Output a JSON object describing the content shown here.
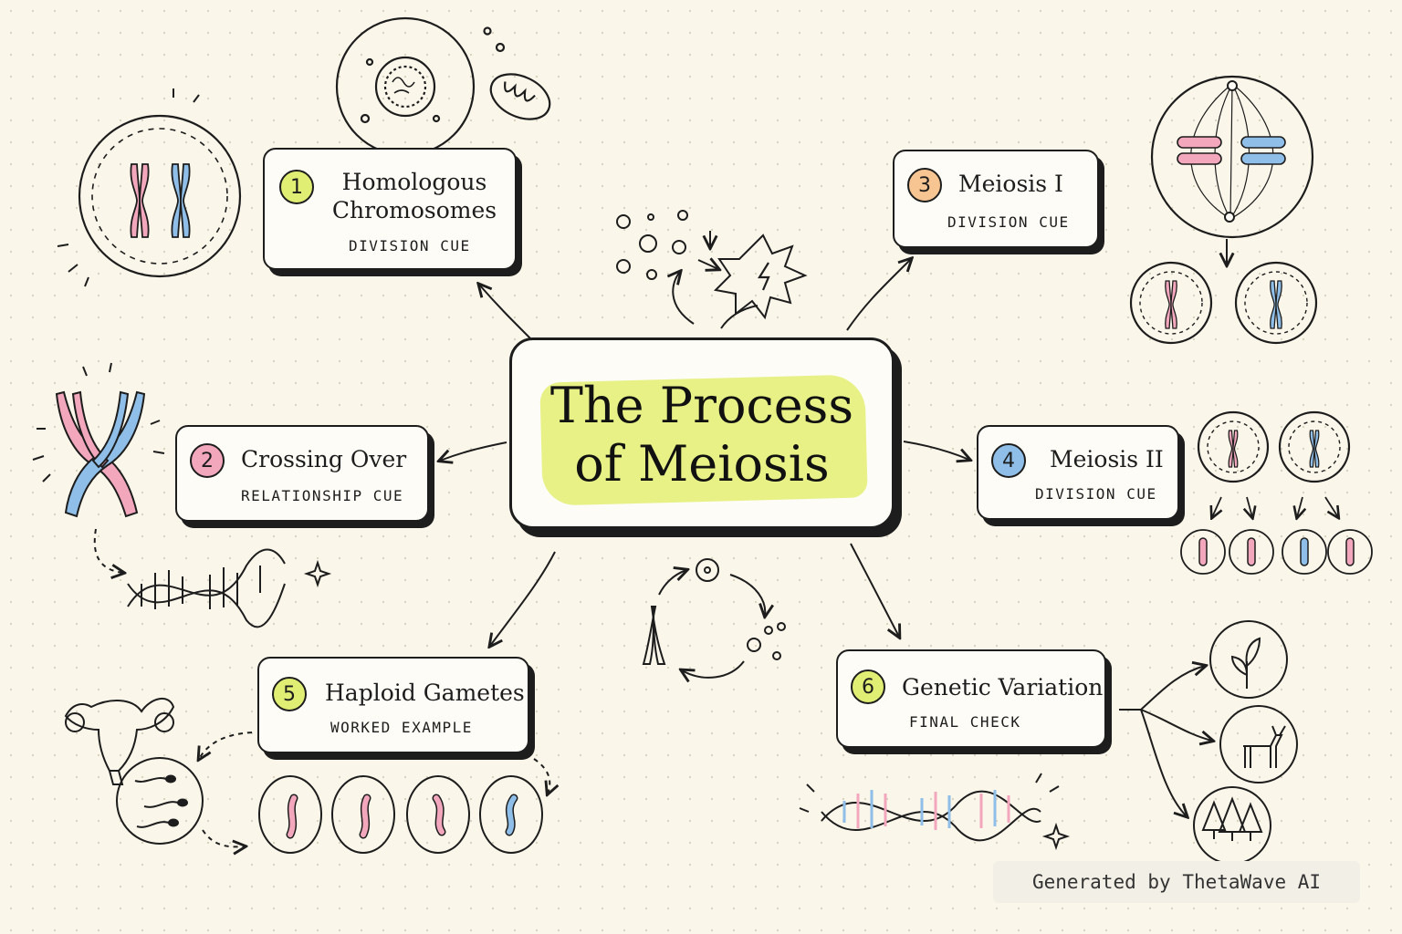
{
  "title": {
    "line1": "The Process",
    "line2": "of Meiosis"
  },
  "colors": {
    "ink": "#1d1d1d",
    "highlight": "#e4ef7a",
    "pink": "#f2a7bd",
    "blue": "#8fbfe8",
    "lime": "#e0ee74",
    "orange": "#f6c591",
    "paper": "#faf6ea"
  },
  "nodes": [
    {
      "number": "1",
      "title_line1": "Homologous",
      "title_line2": "Chromosomes",
      "cue": "DIVISION CUE",
      "badge_color": "#e0ee74"
    },
    {
      "number": "2",
      "title_line1": "Crossing Over",
      "cue": "RELATIONSHIP CUE",
      "badge_color": "#f2a7bd"
    },
    {
      "number": "3",
      "title_line1": "Meiosis I",
      "cue": "DIVISION CUE",
      "badge_color": "#f6c591"
    },
    {
      "number": "4",
      "title_line1": "Meiosis II",
      "cue": "DIVISION CUE",
      "badge_color": "#8fbfe8"
    },
    {
      "number": "5",
      "title_line1": "Haploid Gametes",
      "cue": "WORKED EXAMPLE",
      "badge_color": "#e0ee74"
    },
    {
      "number": "6",
      "title_line1": "Genetic Variation",
      "cue": "FINAL CHECK",
      "badge_color": "#e0ee74"
    }
  ],
  "footer": "Generated by ThetaWave AI"
}
